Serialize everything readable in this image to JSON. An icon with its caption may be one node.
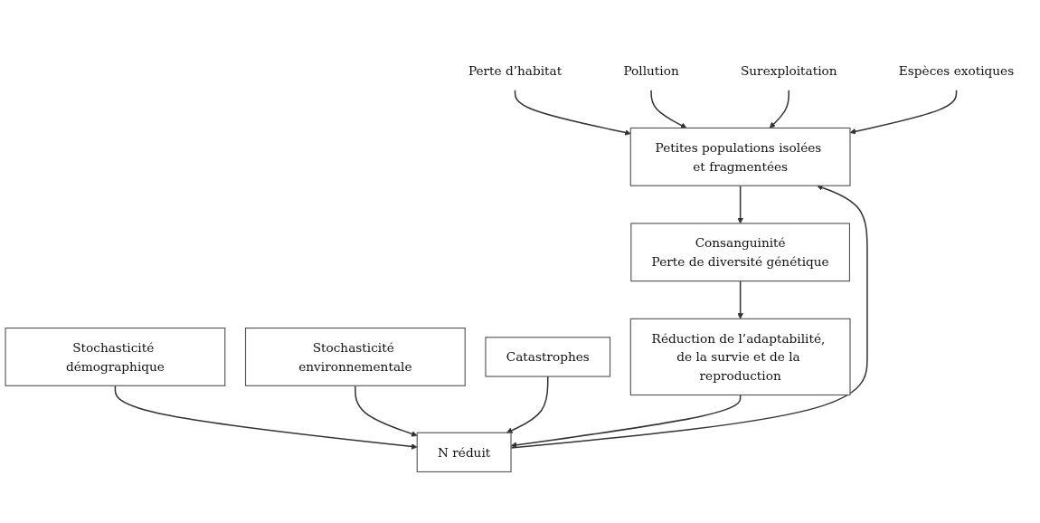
{
  "diagram": {
    "nodes": [
      {
        "text": [
          "Perte d’habitat"
        ]
      },
      {
        "text": [
          "Pollution"
        ]
      },
      {
        "text": [
          "Surexploitation"
        ]
      },
      {
        "text": [
          "Espèces exotiques"
        ]
      },
      {
        "text": [
          "Petites populations isolées et fragmentées"
        ]
      },
      {
        "text": [
          "Stochasticité démographique"
        ]
      },
      {
        "text": [
          "Stochasticité environnementale"
        ]
      },
      {
        "text": [
          "N réduit"
        ]
      },
      {
        "text": [
          "Catastrophes"
        ]
      },
      {
        "text": [
          "Consanguinité",
          "Perte de diversité génétique"
        ]
      },
      {
        "text": [
          "Réduction de l’adaptabilité, de la survie et de la reproduction"
        ]
      }
    ],
    "edges": [
      {
        "from": 0,
        "to": 4,
        "arrow": "to"
      },
      {
        "from": 1,
        "to": 4,
        "arrow": "to"
      },
      {
        "from": 2,
        "to": 4,
        "arrow": "to"
      },
      {
        "from": 3,
        "to": 4,
        "arrow": "to"
      },
      {
        "from": 5,
        "to": 7,
        "arrow": "to"
      },
      {
        "from": 6,
        "to": 7,
        "arrow": "to"
      },
      {
        "from": 8,
        "to": 7,
        "arrow": "to"
      },
      {
        "from": 7,
        "to": 4,
        "arrow": "to"
      },
      {
        "from": 4,
        "to": 9,
        "arrow": "to"
      },
      {
        "from": 9,
        "to": 10,
        "arrow": "to"
      },
      {
        "from": 10,
        "to": 7,
        "arrow": "to"
      }
    ]
  }
}
